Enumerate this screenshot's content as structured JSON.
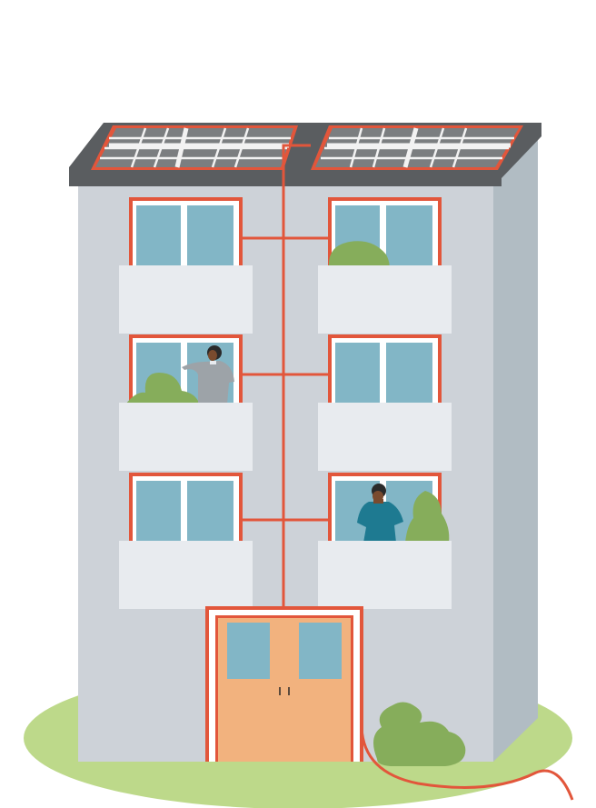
{
  "colors": {
    "background": "#ffffff",
    "lawn": "#bdd98a",
    "facade": "#cdd2d8",
    "facade_side": "#b1bcc3",
    "roof": "#5a5d60",
    "panel": "#7b7e80",
    "panel_line": "#f2f2f2",
    "wiring": "#e2563b",
    "window_frame": "#ffffff",
    "glass": "#82b6c6",
    "balcony": "#e8ebef",
    "plant": "#86ad5b",
    "plant_dark": "#6f9648",
    "door": "#f2b27e",
    "person_grey": "#9da3a8",
    "person_teal": "#1e7a91",
    "skin": "#7a4b2e",
    "hair": "#2a2a2a"
  },
  "scene": {
    "floors": 3,
    "units_per_floor": 2,
    "solar_panels": 2,
    "residents": 2,
    "plants": 4
  }
}
